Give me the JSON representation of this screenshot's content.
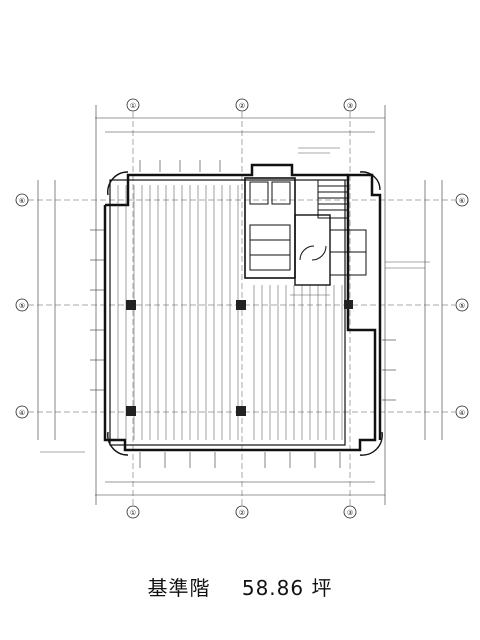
{
  "caption": {
    "floor_name": "基準階",
    "area": "58.86 坪"
  },
  "grid": {
    "columns_top": [
      "①",
      "②",
      "③"
    ],
    "rows_left": [
      "⑥",
      "⑤",
      "④"
    ],
    "rows_right": [
      "⑥",
      "⑤",
      "④"
    ],
    "columns_bottom": [
      "①",
      "②",
      "③"
    ]
  },
  "colors": {
    "ink": "#1a1a1a",
    "paper": "#ffffff"
  }
}
